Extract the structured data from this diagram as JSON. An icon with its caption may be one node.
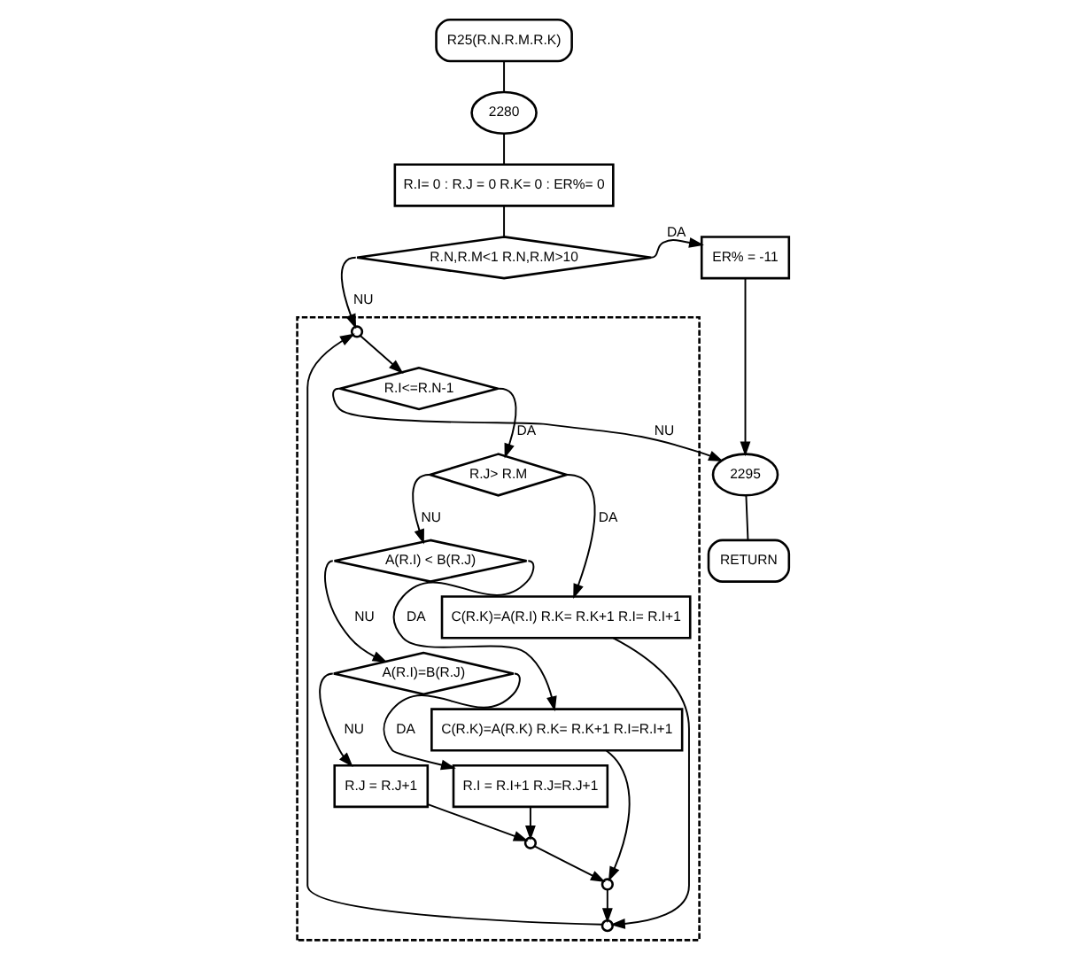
{
  "diagram": {
    "nodes": [
      {
        "text": [
          "R25(R.N.R.M.R.K)"
        ]
      },
      {
        "text": [
          "2280"
        ]
      },
      {
        "text": [
          "R.I= 0 : R.J = 0 R.K= 0 : ER%= 0"
        ]
      },
      {
        "text": [
          "R.N,R.M<1 R.N,R.M>10"
        ]
      },
      {
        "text": [
          "ER% = -11"
        ]
      },
      {
        "text": [],
        "shape": "box"
      },
      {
        "text": [],
        "shape": "circle",
        "in": 5
      },
      {
        "text": [
          "R.I<=R.N-1"
        ],
        "in": 5
      },
      {
        "text": [
          "R.J> R.M"
        ],
        "in": 5
      },
      {
        "text": [
          "A(R.I) < B(R.J)"
        ],
        "in": 5
      },
      {
        "text": [
          "A(R.I)=B(R.J)"
        ],
        "in": 5
      },
      {
        "text": [
          "R.J = R.J+1"
        ],
        "in": 5
      },
      {
        "text": [
          "R.I = R.I+1 R.J=R.J+1"
        ],
        "in": 5
      },
      {
        "text": [
          "C(R.K)=A(R.K) R.K= R.K+1 R.I=R.I+1"
        ],
        "in": 5
      },
      {
        "text": [
          "C(R.K)=A(R.I) R.K= R.K+1 R.I= R.I+1"
        ],
        "in": 5
      },
      {
        "text": [],
        "shape": "circle",
        "in": 5
      },
      {
        "text": [],
        "shape": "circle",
        "in": 5
      },
      {
        "text": [],
        "shape": "circle",
        "in": 5
      },
      {
        "text": [
          "2295"
        ]
      },
      {
        "text": [
          "RETURN"
        ]
      }
    ],
    "edges": [
      {
        "from": 0,
        "to": 1,
        "arrow": "none"
      },
      {
        "from": 1,
        "to": 2,
        "arrow": "none"
      },
      {
        "from": 2,
        "to": 3,
        "arrow": "none"
      },
      {
        "from": 3,
        "to": 4,
        "arrow": "to",
        "label": "DA"
      },
      {
        "from": 3,
        "to": 6,
        "arrow": "to",
        "label": "NU"
      },
      {
        "from": 4,
        "to": 18,
        "arrow": "to"
      },
      {
        "from": 6,
        "to": 7,
        "arrow": "to"
      },
      {
        "from": 7,
        "to": 8,
        "arrow": "to",
        "label": "DA"
      },
      {
        "from": 7,
        "to": 18,
        "arrow": "to",
        "label": "NU"
      },
      {
        "from": 8,
        "to": 9,
        "arrow": "to",
        "label": "NU"
      },
      {
        "from": 8,
        "to": 14,
        "arrow": "to",
        "label": "DA"
      },
      {
        "from": 9,
        "to": 10,
        "arrow": "to",
        "label": "NU"
      },
      {
        "from": 9,
        "to": 13,
        "arrow": "to",
        "label": "DA"
      },
      {
        "from": 10,
        "to": 11,
        "arrow": "to",
        "label": "NU"
      },
      {
        "from": 10,
        "to": 12,
        "arrow": "to",
        "label": "DA"
      },
      {
        "from": 11,
        "to": 15,
        "arrow": "to"
      },
      {
        "from": 12,
        "to": 15,
        "arrow": "to"
      },
      {
        "from": 15,
        "to": 16,
        "arrow": "to"
      },
      {
        "from": 13,
        "to": 16,
        "arrow": "to"
      },
      {
        "from": 16,
        "to": 17,
        "arrow": "to"
      },
      {
        "from": 14,
        "to": 17,
        "arrow": "to"
      },
      {
        "from": 17,
        "to": 6,
        "arrow": "to"
      },
      {
        "from": 18,
        "to": 19,
        "arrow": "none"
      }
    ]
  }
}
